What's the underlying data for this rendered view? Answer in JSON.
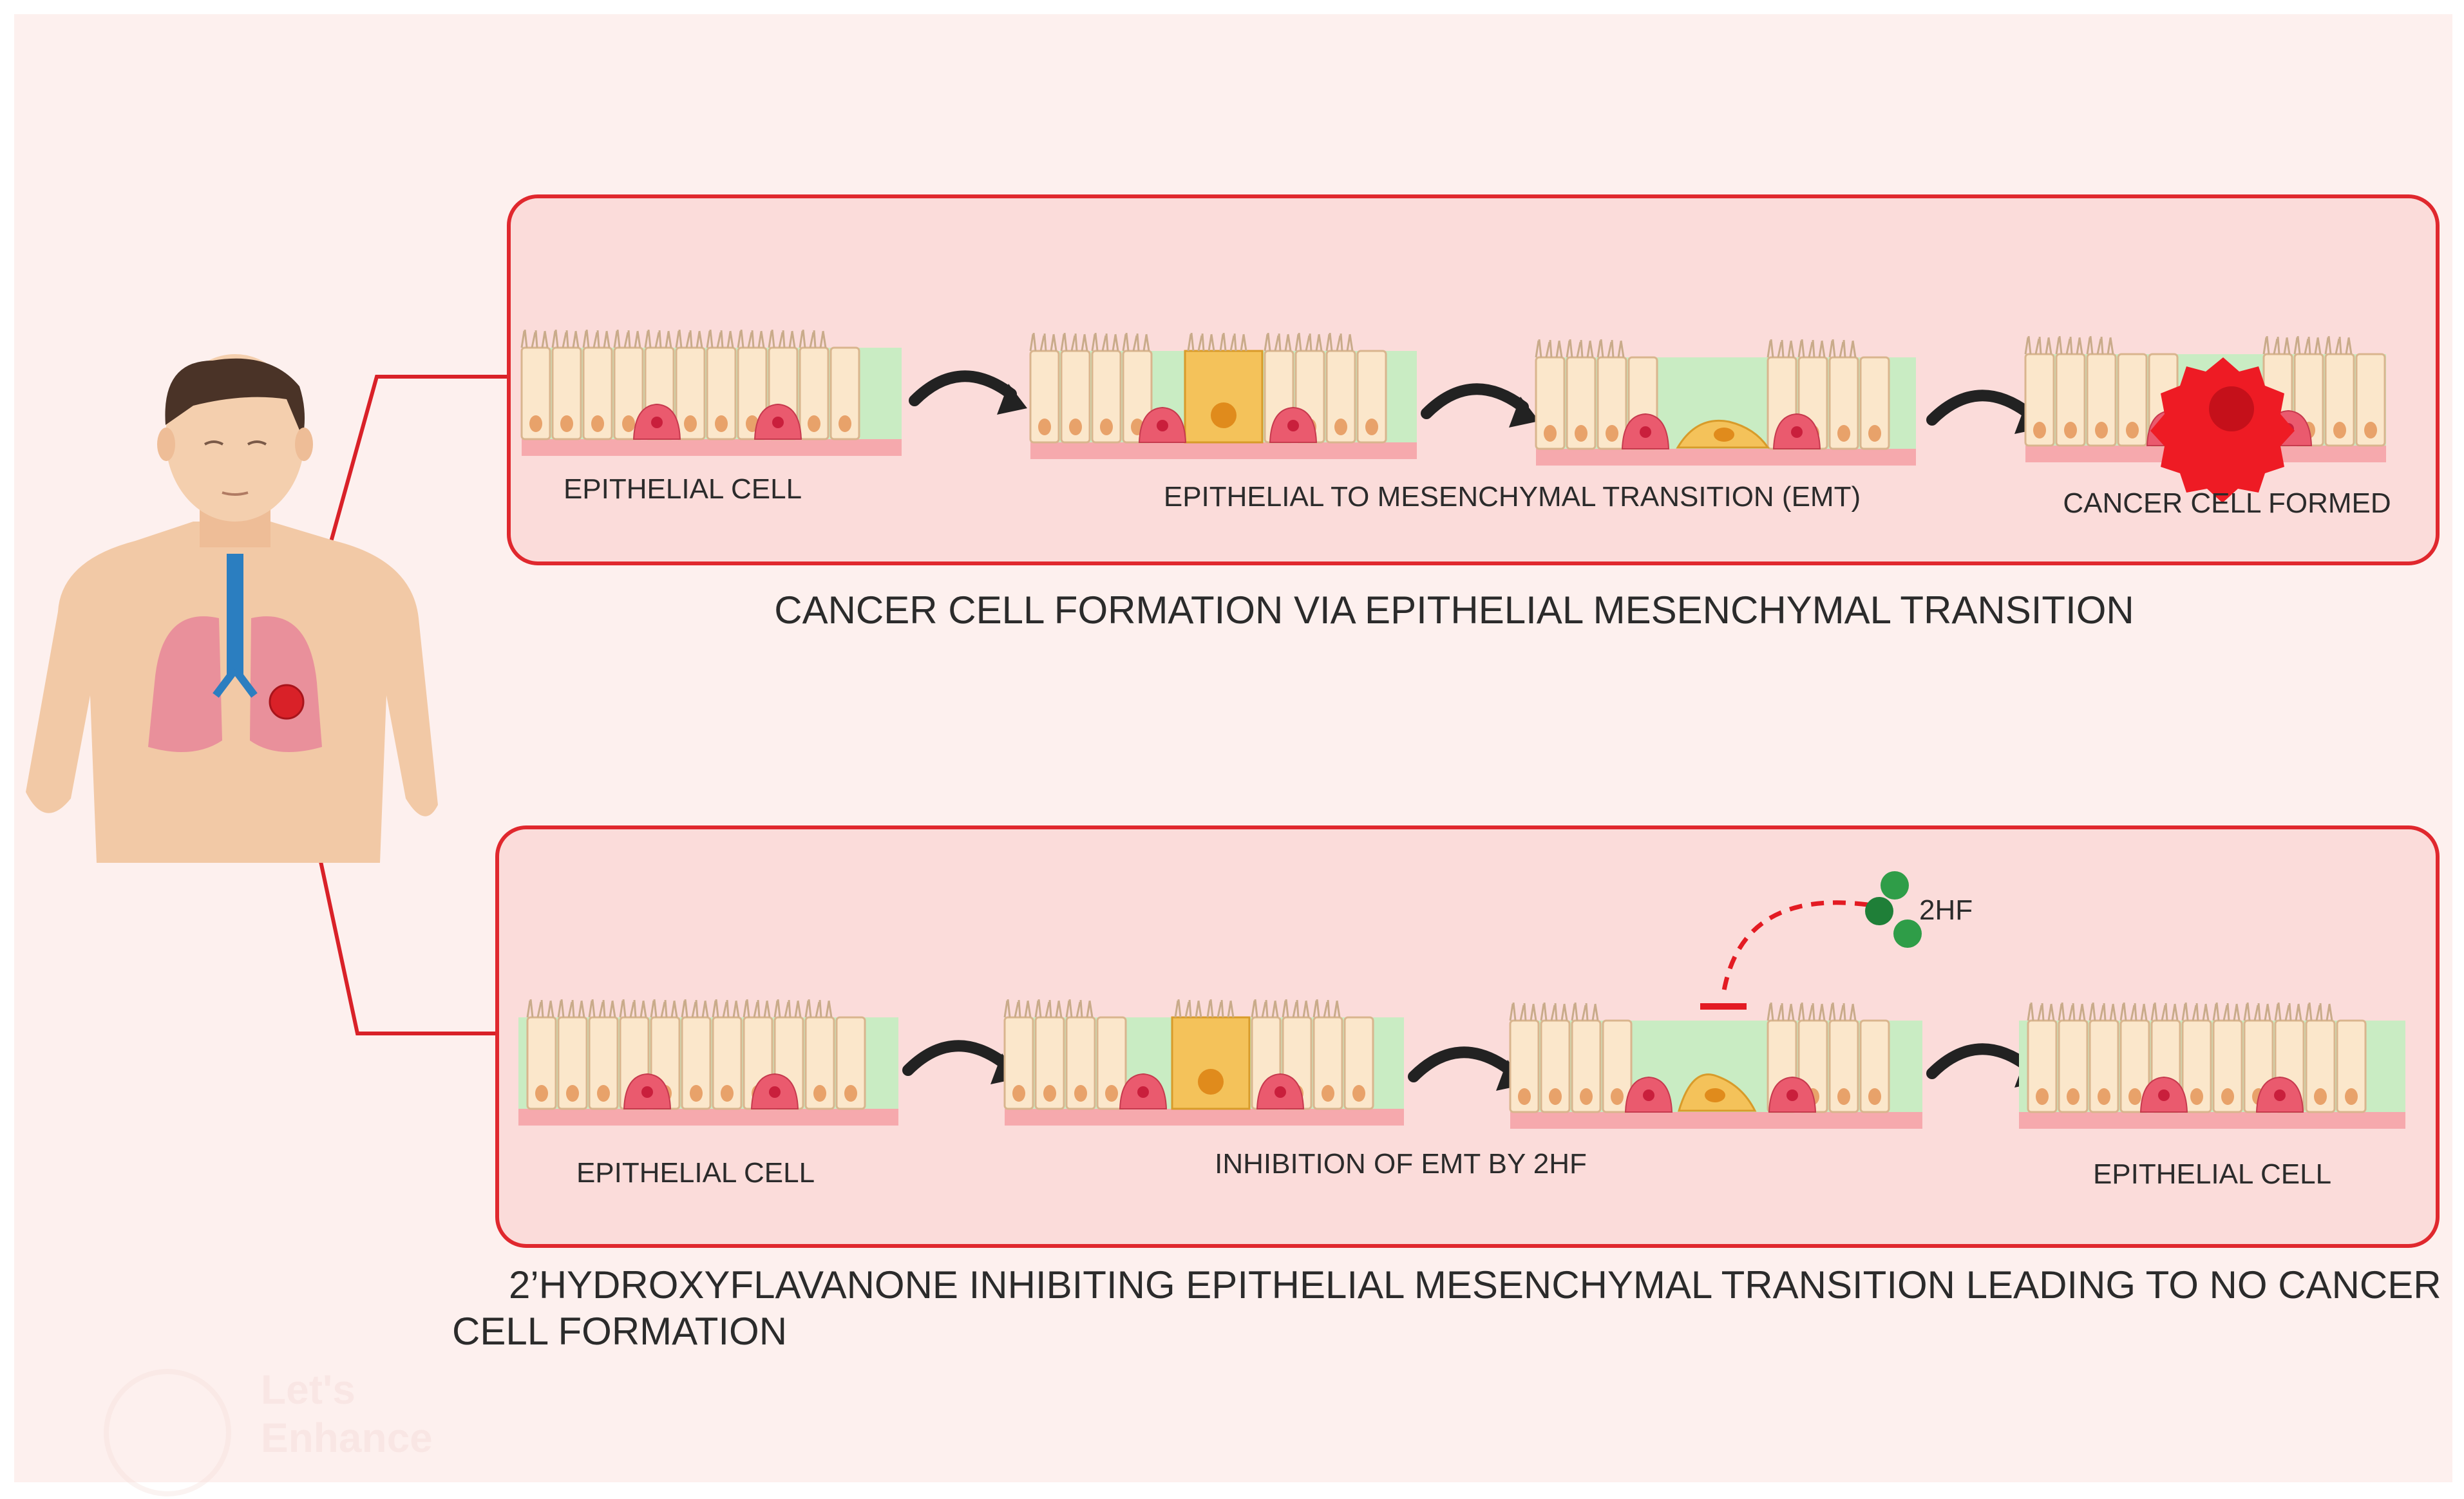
{
  "colors": {
    "background": "#fdf0ee",
    "panel_fill": "#fbdcda",
    "panel_border": "#e0282e",
    "connector": "#d92128",
    "cell_fill": "#fbe7cb",
    "cell_stroke": "#d9b58e",
    "nucleus": "#e8a26a",
    "basal_cell": "#ea5a6e",
    "basement": "#f6a9ad",
    "stroma": "#c9ecc3",
    "emt_cell": "#f4c25a",
    "cancer": "#ee1b24",
    "inhibitor": "#2f9d48",
    "inhibit_line": "#e31b23",
    "arrow": "#222222"
  },
  "icons": {
    "person": "human-torso-icon",
    "lung": "lungs-icon",
    "tumor": "tumor-dot-icon",
    "arrow": "curved-arrow-icon",
    "molecule": "2hf-molecule-icon",
    "inhibit": "inhibition-tbar-icon"
  },
  "top": {
    "step1_label": "EPITHELIAL CELL",
    "step2_label": "EPITHELIAL TO MESENCHYMAL TRANSITION (EMT)",
    "step3_label": "CANCER CELL FORMED",
    "caption": "CANCER CELL FORMATION VIA EPITHELIAL MESENCHYMAL TRANSITION"
  },
  "bottom": {
    "step1_label": "EPITHELIAL CELL",
    "step2_label": "INHIBITION OF EMT BY 2HF",
    "step3_label": "EPITHELIAL CELL",
    "inhibitor_label": "2HF",
    "caption_line1": "2’HYDROXYFLAVANONE INHIBITING EPITHELIAL MESENCHYMAL TRANSITION LEADING TO NO CANCER",
    "caption_line2": "CELL FORMATION"
  },
  "watermark": {
    "line1": "Let's",
    "line2": "Enhance"
  }
}
